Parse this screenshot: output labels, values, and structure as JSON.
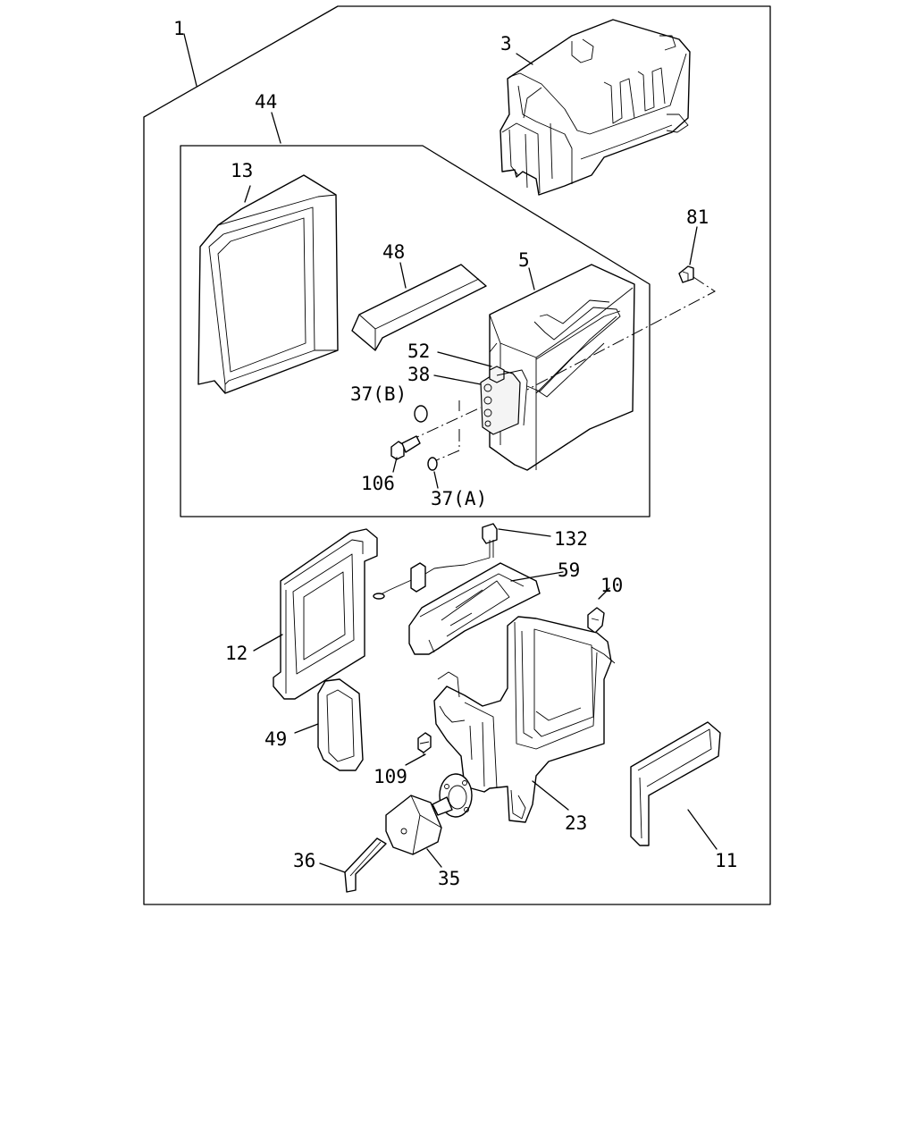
{
  "callouts": {
    "c1": "1",
    "c3": "3",
    "c44": "44",
    "c13": "13",
    "c48": "48",
    "c5": "5",
    "c81": "81",
    "c52": "52",
    "c38": "38",
    "c37b": "37(B)",
    "c106": "106",
    "c37a": "37(A)",
    "c132": "132",
    "c59": "59",
    "c10": "10",
    "c12": "12",
    "c49": "49",
    "c109": "109",
    "c23": "23",
    "c11": "11",
    "c36": "36",
    "c35": "35"
  }
}
